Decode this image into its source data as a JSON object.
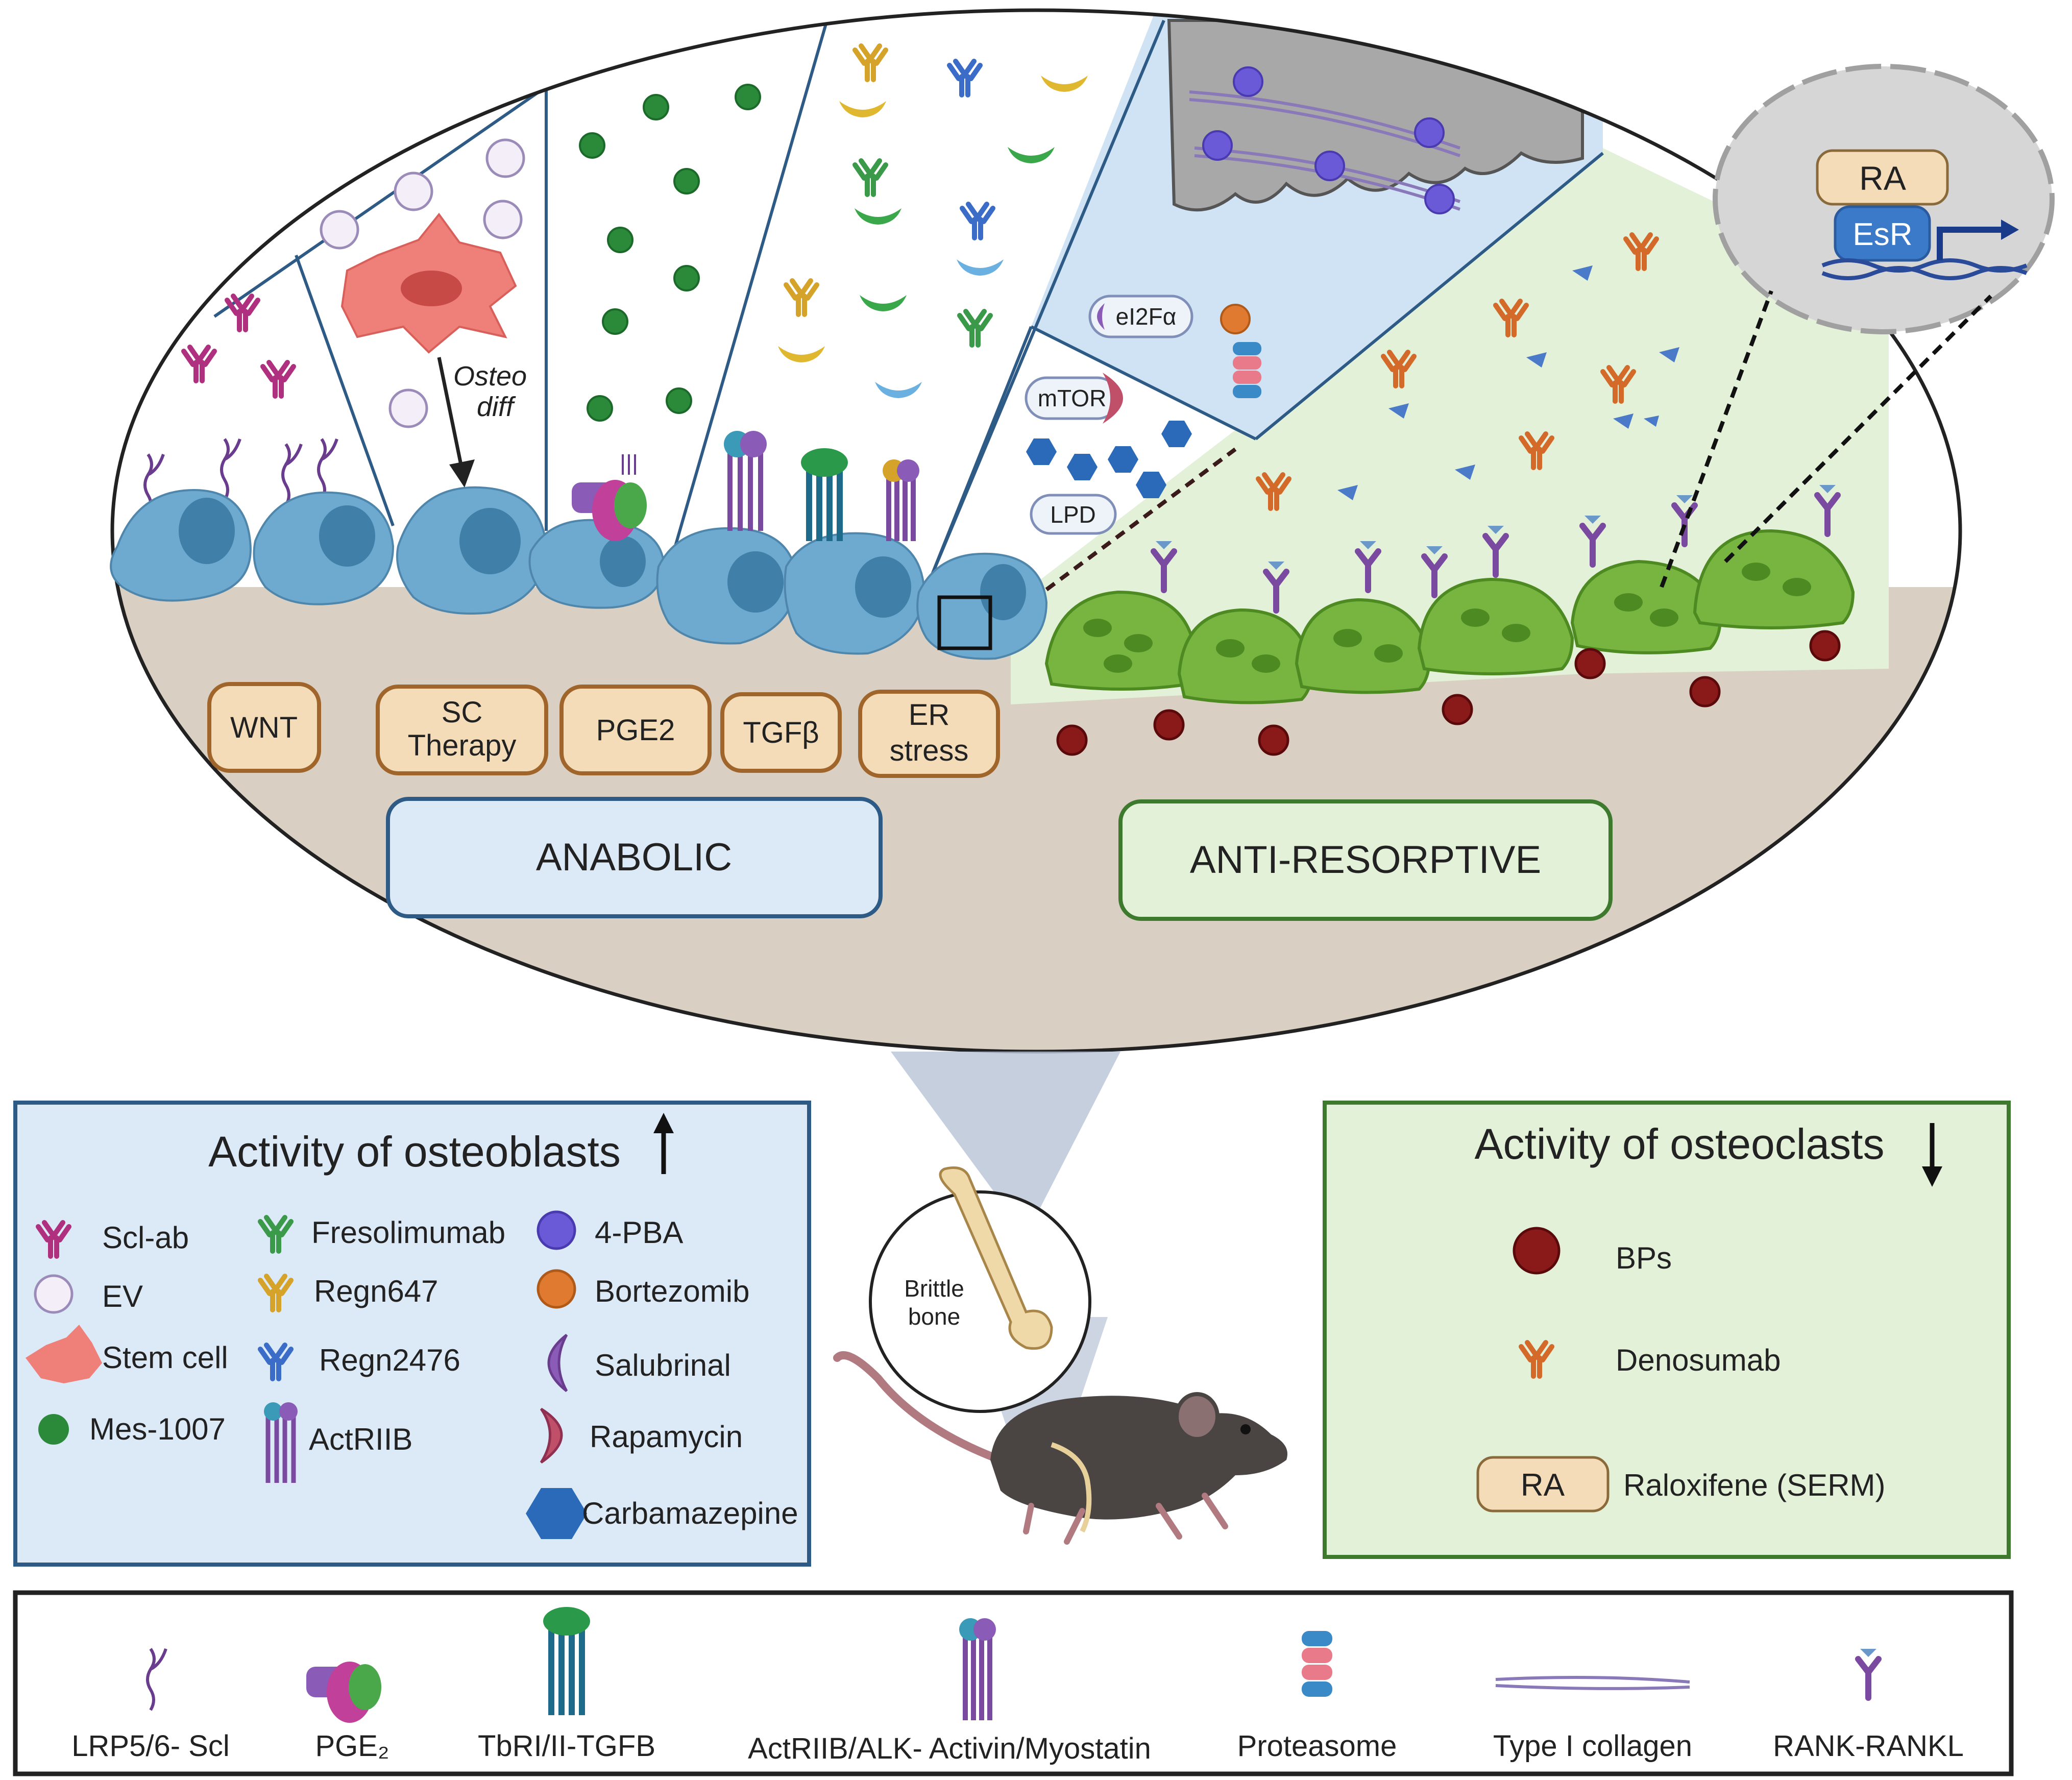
{
  "pathway_labels": {
    "wnt": "WNT",
    "sc_therapy_line1": "SC",
    "sc_therapy_line2": "Therapy",
    "pge2": "PGE2",
    "tgfb": "TGFβ",
    "er_stress_line1": "ER",
    "er_stress_line2": "stress"
  },
  "categories": {
    "anabolic": "ANABOLIC",
    "anti_resorptive": "ANTI-RESORPTIVE"
  },
  "annotations": {
    "osteo_diff_line1": "Osteo",
    "osteo_diff_line2": "diff",
    "ei2fa": "eI2Fα",
    "mtor": "mTOR",
    "lpd": "LPD",
    "ra": "RA",
    "esr": "EsR",
    "brittle_line1": "Brittle",
    "brittle_line2": "bone"
  },
  "osteoblast_panel": {
    "title": "Activity of osteoblasts",
    "arrow_icon": "up-arrow-icon",
    "items": [
      {
        "label": "Scl-ab",
        "icon": "antibody-magenta-icon"
      },
      {
        "label": "EV",
        "icon": "vesicle-icon"
      },
      {
        "label": "Stem cell",
        "icon": "stem-cell-icon"
      },
      {
        "label": "Mes-1007",
        "icon": "green-sphere-icon"
      },
      {
        "label": "Fresolimumab",
        "icon": "antibody-green-icon"
      },
      {
        "label": "Regn647",
        "icon": "antibody-orange-icon"
      },
      {
        "label": "Regn2476",
        "icon": "antibody-blue-icon"
      },
      {
        "label": "ActRIIB",
        "icon": "receptor-purple-icon"
      },
      {
        "label": "4-PBA",
        "icon": "purple-sphere-icon"
      },
      {
        "label": "Bortezomib",
        "icon": "orange-sphere-icon"
      },
      {
        "label": "Salubrinal",
        "icon": "purple-crescent-icon"
      },
      {
        "label": "Rapamycin",
        "icon": "red-crescent-icon"
      },
      {
        "label": "Carbamazepine",
        "icon": "blue-hexagon-icon"
      }
    ]
  },
  "osteoclast_panel": {
    "title": "Activity of osteoclasts",
    "arrow_icon": "down-arrow-icon",
    "items": [
      {
        "label": "BPs",
        "icon": "dark-red-sphere-icon"
      },
      {
        "label": "Denosumab",
        "icon": "antibody-orange-icon"
      },
      {
        "label": "Raloxifene (SERM)",
        "badge": "RA"
      }
    ]
  },
  "legend": [
    {
      "label": "LRP5/6- Scl",
      "icon": "lrp-receptor-icon"
    },
    {
      "label": "PGE₂",
      "icon": "pge2-receptor-icon"
    },
    {
      "label": "TbRI/II-TGFB",
      "icon": "tgfb-receptor-icon"
    },
    {
      "label": "ActRIIB/ALK- Activin/Myostatin",
      "icon": "actriib-receptor-icon"
    },
    {
      "label": "Proteasome",
      "icon": "proteasome-icon"
    },
    {
      "label": "Type I collagen",
      "icon": "collagen-icon"
    },
    {
      "label": "RANK-RANKL",
      "icon": "rank-rankl-icon"
    }
  ],
  "colors": {
    "anabolic_bg": "#dce9f7",
    "anabolic_border": "#2e5a86",
    "anti_bg": "#e3f1d8",
    "anti_border": "#3d7a2e",
    "pathway_box": "#f4dcb8",
    "pathway_border": "#a0652a",
    "bone": "#d9cfc2",
    "osteoblast": "#6ea9cf",
    "osteoclast": "#77b540"
  }
}
